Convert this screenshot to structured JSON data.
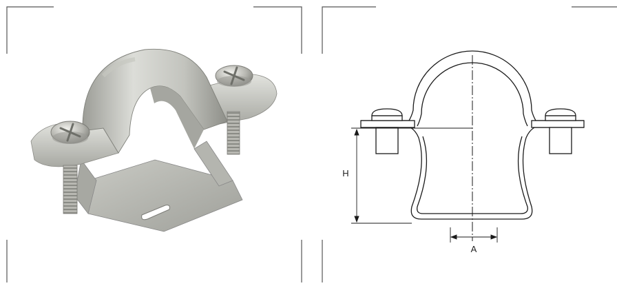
{
  "drawing": {
    "dimension_h": "H",
    "dimension_a": "A"
  },
  "colors": {
    "frame_line": "#555555",
    "drawing_line": "#1a1a1a",
    "metal_light": "#d8d9d4",
    "metal_mid": "#b9bab4",
    "metal_dark": "#8f908a"
  },
  "icons": {
    "product": "pipe-clamp-photo",
    "technical": "pipe-clamp-cross-section"
  }
}
